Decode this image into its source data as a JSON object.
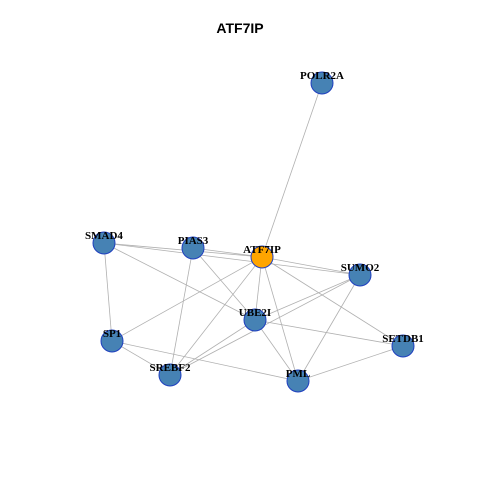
{
  "title": "ATF7IP",
  "colors": {
    "node": "#4682b4",
    "focus": "#ffa500",
    "edge": "#b0b0b0",
    "stroke": "#1f3fbf"
  },
  "nodes": [
    {
      "id": "POLR2A",
      "label": "POLR2A",
      "focus": false
    },
    {
      "id": "SMAD4",
      "label": "SMAD4",
      "focus": false
    },
    {
      "id": "PIAS3",
      "label": "PIAS3",
      "focus": false
    },
    {
      "id": "ATF7IP",
      "label": "ATF7IP",
      "focus": true
    },
    {
      "id": "SUMO2",
      "label": "SUMO2",
      "focus": false
    },
    {
      "id": "UBE2I",
      "label": "UBE2I",
      "focus": false
    },
    {
      "id": "SP1",
      "label": "SP1",
      "focus": false
    },
    {
      "id": "SETDB1",
      "label": "SETDB1",
      "focus": false
    },
    {
      "id": "SREBF2",
      "label": "SREBF2",
      "focus": false
    },
    {
      "id": "PML",
      "label": "PML",
      "focus": false
    }
  ],
  "edges": [
    [
      "POLR2A",
      "ATF7IP"
    ],
    [
      "SMAD4",
      "ATF7IP"
    ],
    [
      "SMAD4",
      "SUMO2"
    ],
    [
      "SMAD4",
      "UBE2I"
    ],
    [
      "SMAD4",
      "SP1"
    ],
    [
      "PIAS3",
      "ATF7IP"
    ],
    [
      "PIAS3",
      "UBE2I"
    ],
    [
      "PIAS3",
      "SREBF2"
    ],
    [
      "ATF7IP",
      "SUMO2"
    ],
    [
      "ATF7IP",
      "SETDB1"
    ],
    [
      "ATF7IP",
      "UBE2I"
    ],
    [
      "ATF7IP",
      "SP1"
    ],
    [
      "ATF7IP",
      "SREBF2"
    ],
    [
      "ATF7IP",
      "PML"
    ],
    [
      "SUMO2",
      "UBE2I"
    ],
    [
      "SUMO2",
      "PML"
    ],
    [
      "SUMO2",
      "SREBF2"
    ],
    [
      "UBE2I",
      "SETDB1"
    ],
    [
      "UBE2I",
      "SREBF2"
    ],
    [
      "UBE2I",
      "PML"
    ],
    [
      "SP1",
      "SREBF2"
    ],
    [
      "SP1",
      "PML"
    ],
    [
      "PML",
      "SETDB1"
    ]
  ]
}
